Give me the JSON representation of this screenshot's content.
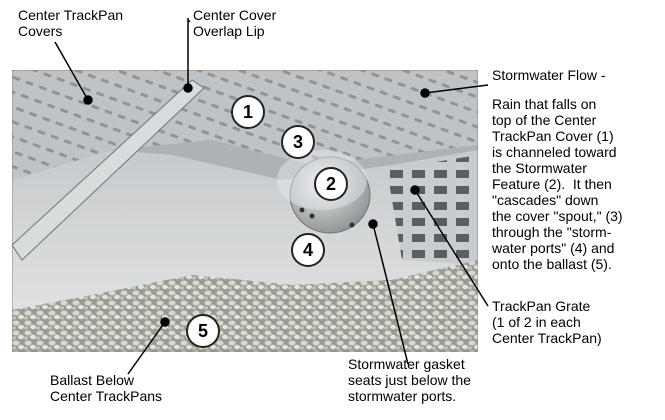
{
  "callouts": {
    "center_trackpan_covers": "Center TrackPan\nCovers",
    "center_cover_overlap_lip": "Center Cover\nOverlap Lip",
    "stormwater_flow_title": "Stormwater Flow -",
    "stormwater_flow_body": "Rain that falls on\ntop of the Center\nTrackPan Cover (1)\nis channeled toward\nthe Stormwater\nFeature (2).  It then\n\"cascades\" down\nthe cover \"spout,\" (3)\nthrough the \"storm-\nwater ports\" (4) and\nonto the ballast (5).",
    "trackpan_grate": "TrackPan Grate\n(1 of 2 in each\nCenter TrackPan)",
    "stormwater_gasket": "Stormwater gasket\nseats just below the\nstormwater ports.",
    "ballast_below": "Ballast Below\nCenter TrackPans"
  },
  "markers": {
    "m1": "1",
    "m2": "2",
    "m3": "3",
    "m4": "4",
    "m5": "5"
  }
}
